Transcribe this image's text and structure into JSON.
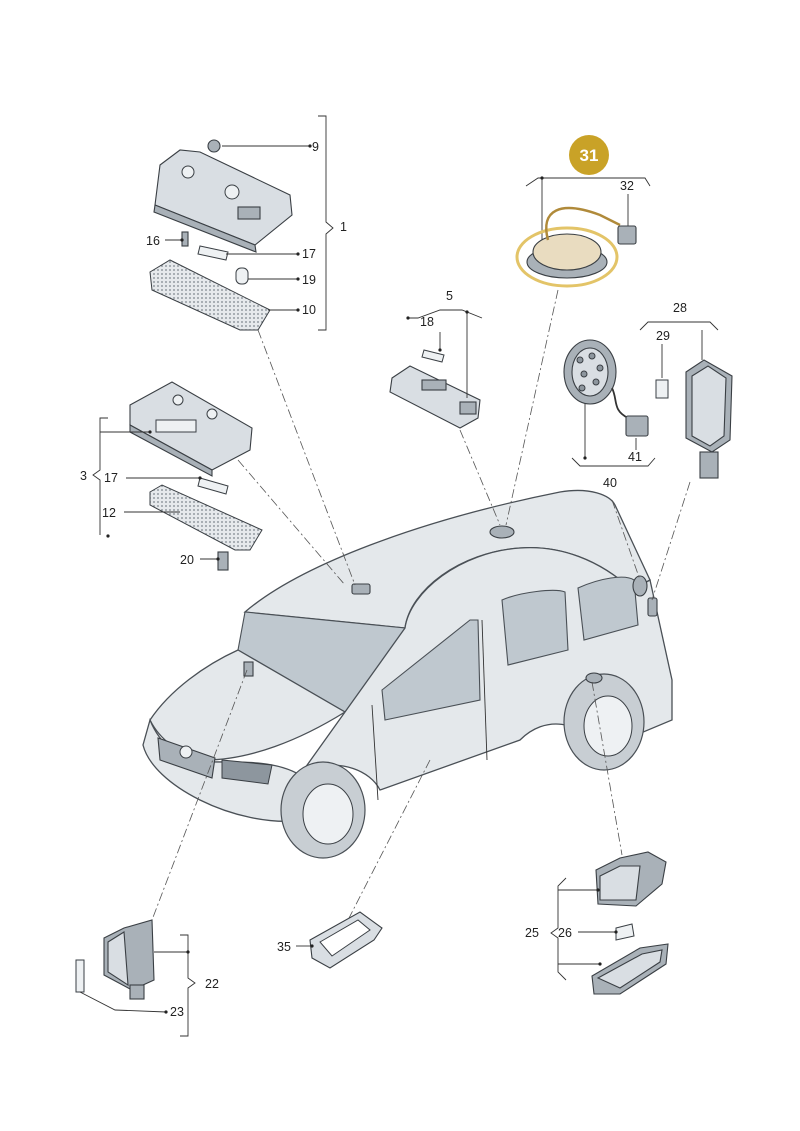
{
  "callouts": {
    "c1": "1",
    "c3": "3",
    "c5": "5",
    "c9": "9",
    "c10": "10",
    "c12": "12",
    "c16": "16",
    "c17a": "17",
    "c17b": "17",
    "c18": "18",
    "c19": "19",
    "c20": "20",
    "c22": "22",
    "c23": "23",
    "c25": "25",
    "c26": "26",
    "c28": "28",
    "c29": "29",
    "c31": "31",
    "c32": "32",
    "c35": "35",
    "c40": "40",
    "c41": "41"
  },
  "highlight": {
    "part_number": "31",
    "color": "#c9a227",
    "ring_color": "#e3c468"
  }
}
